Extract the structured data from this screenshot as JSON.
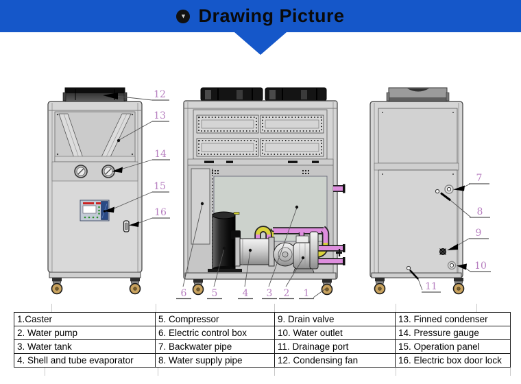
{
  "header": {
    "title": "Drawing Picture",
    "icon": "down-triangle-circle-icon"
  },
  "colors": {
    "banner_blue": "#1557c9",
    "callout_pink": "#b77fc0",
    "pipe_pink": "#de8ede",
    "pipe_yellow": "#d9d23c",
    "caster_tan": "#c9a35f"
  },
  "callouts": {
    "front": [
      "12",
      "13",
      "14",
      "15",
      "16"
    ],
    "internal": [
      "6",
      "5",
      "4",
      "3",
      "2",
      "1"
    ],
    "rear": [
      "7",
      "8",
      "9",
      "10",
      "11"
    ]
  },
  "parts_table": {
    "rows": [
      {
        "c1": "1.Caster",
        "c2": "5. Compressor",
        "c3": "9. Drain valve",
        "c4": "13. Finned condenser"
      },
      {
        "c1": "2. Water pump",
        "c2": "6. Electric control box",
        "c3": "10. Water outlet",
        "c4": "14. Pressure gauge"
      },
      {
        "c1": "3. Water tank",
        "c2": "7. Backwater pipe",
        "c3": "11. Drainage port",
        "c4": "15. Operation panel"
      },
      {
        "c1": "4. Shell and tube evaporator",
        "c2": "8. Water supply pipe",
        "c3": "12. Condensing fan",
        "c4": "16. Electric box door lock"
      }
    ]
  }
}
